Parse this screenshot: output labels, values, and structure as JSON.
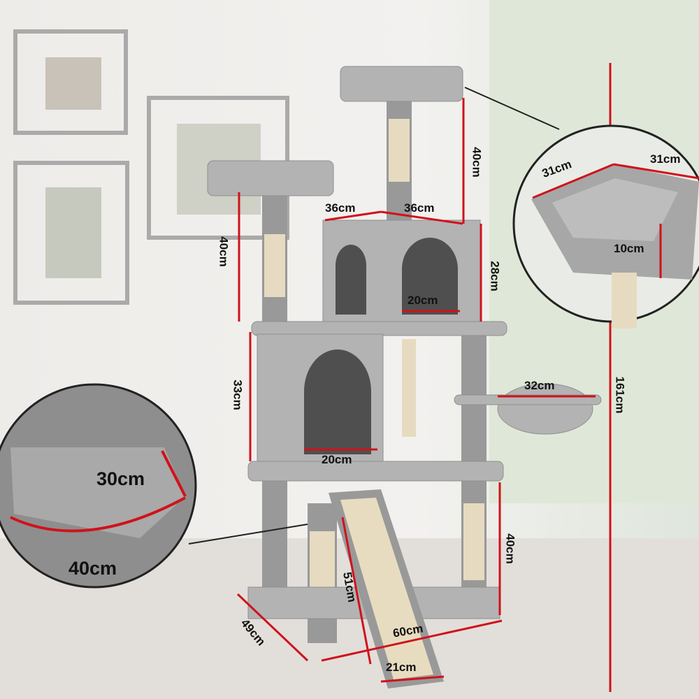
{
  "dimensions": {
    "top_post_height": "40cm",
    "top_box_width_left": "36cm",
    "top_box_width_right": "36cm",
    "left_post_height": "40cm",
    "top_box_height": "28cm",
    "top_box_door": "20cm",
    "middle_box_height": "33cm",
    "middle_box_door": "20cm",
    "basket_diameter": "32cm",
    "total_height": "161cm",
    "perch_width": "31cm",
    "perch_depth": "31cm",
    "perch_rim": "10cm",
    "hammock_width": "30cm",
    "hammock_length": "40cm",
    "bottom_post_height": "40cm",
    "ramp_length": "51cm",
    "base_depth": "49cm",
    "base_width": "60cm",
    "ramp_width": "21cm"
  },
  "colors": {
    "measure_line": "#d0121b",
    "plush": "#a9a9a9",
    "sisal": "#e8dcc0"
  }
}
